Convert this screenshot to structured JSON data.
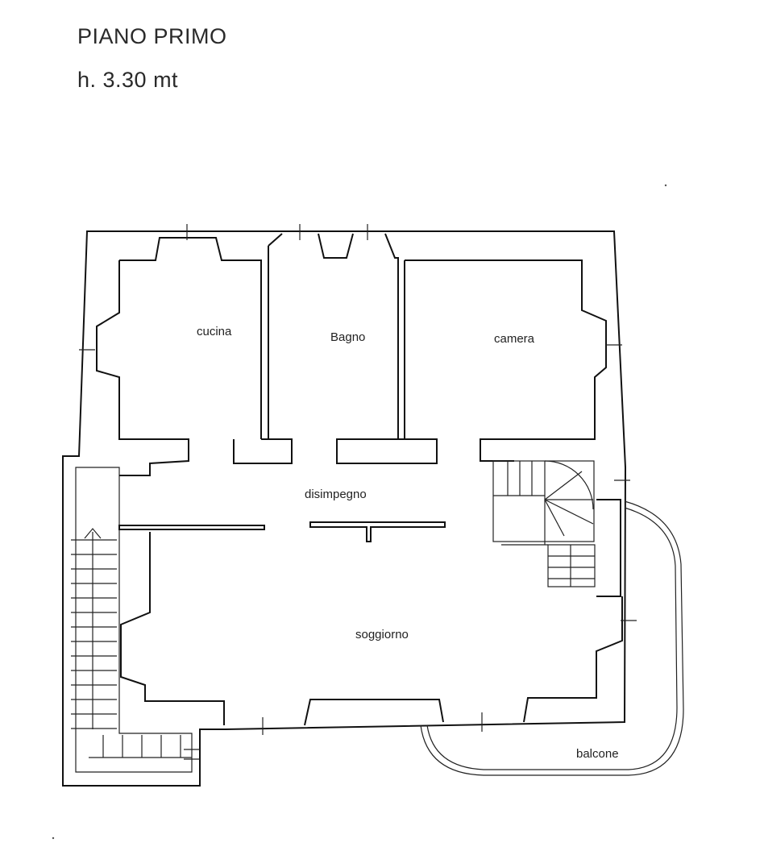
{
  "header": {
    "title": "PIANO PRIMO",
    "height": "h. 3.30 mt"
  },
  "rooms": {
    "kitchen": "cucina",
    "bathroom": "Bagno",
    "bedroom": "camera",
    "hallway": "disimpegno",
    "living": "soggiorno",
    "balcony": "balcone"
  }
}
